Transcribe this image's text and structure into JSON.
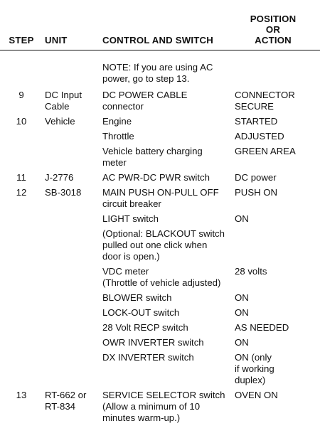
{
  "headers": {
    "step": "STEP",
    "unit": "UNIT",
    "control": "CONTROL AND SWITCH",
    "position_lines": [
      "POSITION",
      "OR",
      "ACTION"
    ]
  },
  "note": {
    "lines": [
      "NOTE: If you are using AC",
      "power, go to step 13."
    ]
  },
  "rows": [
    {
      "step": "9",
      "unit": [
        "DC Input",
        "Cable"
      ],
      "control": [
        "DC POWER CABLE connector"
      ],
      "position": [
        "CONNECTOR",
        "SECURE"
      ]
    },
    {
      "step": "10",
      "unit": [
        "Vehicle"
      ],
      "control": [
        "Engine"
      ],
      "position": [
        "STARTED"
      ]
    },
    {
      "step": "",
      "unit": [],
      "control": [
        "Throttle"
      ],
      "position": [
        "ADJUSTED"
      ]
    },
    {
      "step": "",
      "unit": [],
      "control": [
        "Vehicle battery charging",
        "meter"
      ],
      "position": [
        "GREEN AREA"
      ]
    },
    {
      "step": "11",
      "unit": [
        "J-2776"
      ],
      "control": [
        "AC PWR-DC PWR switch"
      ],
      "position": [
        "DC power"
      ]
    },
    {
      "step": "12",
      "unit": [
        "SB-3018"
      ],
      "control": [
        "MAIN PUSH ON-PULL OFF",
        "circuit breaker"
      ],
      "position": [
        "PUSH ON"
      ]
    },
    {
      "step": "",
      "unit": [],
      "control": [
        "LIGHT switch"
      ],
      "position": [
        "ON"
      ]
    },
    {
      "step": "",
      "unit": [],
      "control": [
        "(Optional: BLACKOUT switch",
        "pulled out one click when",
        "door is open.)"
      ],
      "position": []
    },
    {
      "step": "",
      "unit": [],
      "control": [
        "VDC meter",
        "(Throttle of vehicle adjusted)"
      ],
      "position": [
        "28 volts"
      ]
    },
    {
      "step": "",
      "unit": [],
      "control": [
        "BLOWER switch"
      ],
      "position": [
        "ON"
      ]
    },
    {
      "step": "",
      "unit": [],
      "control": [
        "LOCK-OUT switch"
      ],
      "position": [
        "ON"
      ]
    },
    {
      "step": "",
      "unit": [],
      "control": [
        "28 Volt RECP switch"
      ],
      "position": [
        "AS NEEDED"
      ]
    },
    {
      "step": "",
      "unit": [],
      "control": [
        "OWR INVERTER switch"
      ],
      "position": [
        "ON"
      ]
    },
    {
      "step": "",
      "unit": [],
      "control": [
        "DX INVERTER switch"
      ],
      "position": [
        "ON (only",
        "if working",
        "duplex)"
      ]
    },
    {
      "step": "13",
      "unit": [
        "RT-662 or",
        "RT-834"
      ],
      "control": [
        "SERVICE SELECTOR switch",
        "(Allow a minimum of 10",
        "minutes warm-up.)"
      ],
      "position": [
        "OVEN ON"
      ]
    }
  ]
}
